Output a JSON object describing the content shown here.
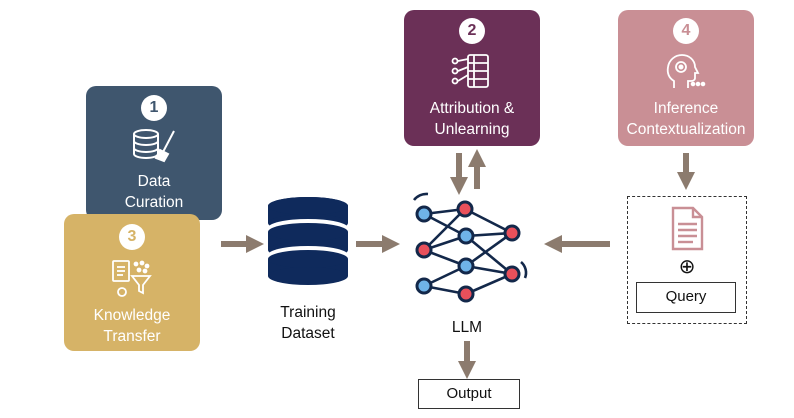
{
  "steps": [
    {
      "number": "1",
      "label_lines": [
        "Data",
        "Curation"
      ],
      "color": "#3f566e",
      "icon": "database-broom-icon"
    },
    {
      "number": "2",
      "label_lines": [
        "Attribution &",
        "Unlearning"
      ],
      "color": "#6b3057",
      "icon": "list-network-icon"
    },
    {
      "number": "3",
      "label_lines": [
        "Knowledge",
        "Transfer"
      ],
      "color": "#d6b367",
      "icon": "document-filter-icon"
    },
    {
      "number": "4",
      "label_lines": [
        "Inference",
        "Contextualization"
      ],
      "color": "#c98f95",
      "icon": "head-gear-icon"
    }
  ],
  "dataset": {
    "label_lines": [
      "Training",
      "Dataset"
    ],
    "color": "#0f2a5c"
  },
  "llm": {
    "label": "LLM"
  },
  "output": {
    "label": "Output"
  },
  "query": {
    "label": "Query",
    "operator": "⊕"
  },
  "arrow_color": "#8c7b6e"
}
